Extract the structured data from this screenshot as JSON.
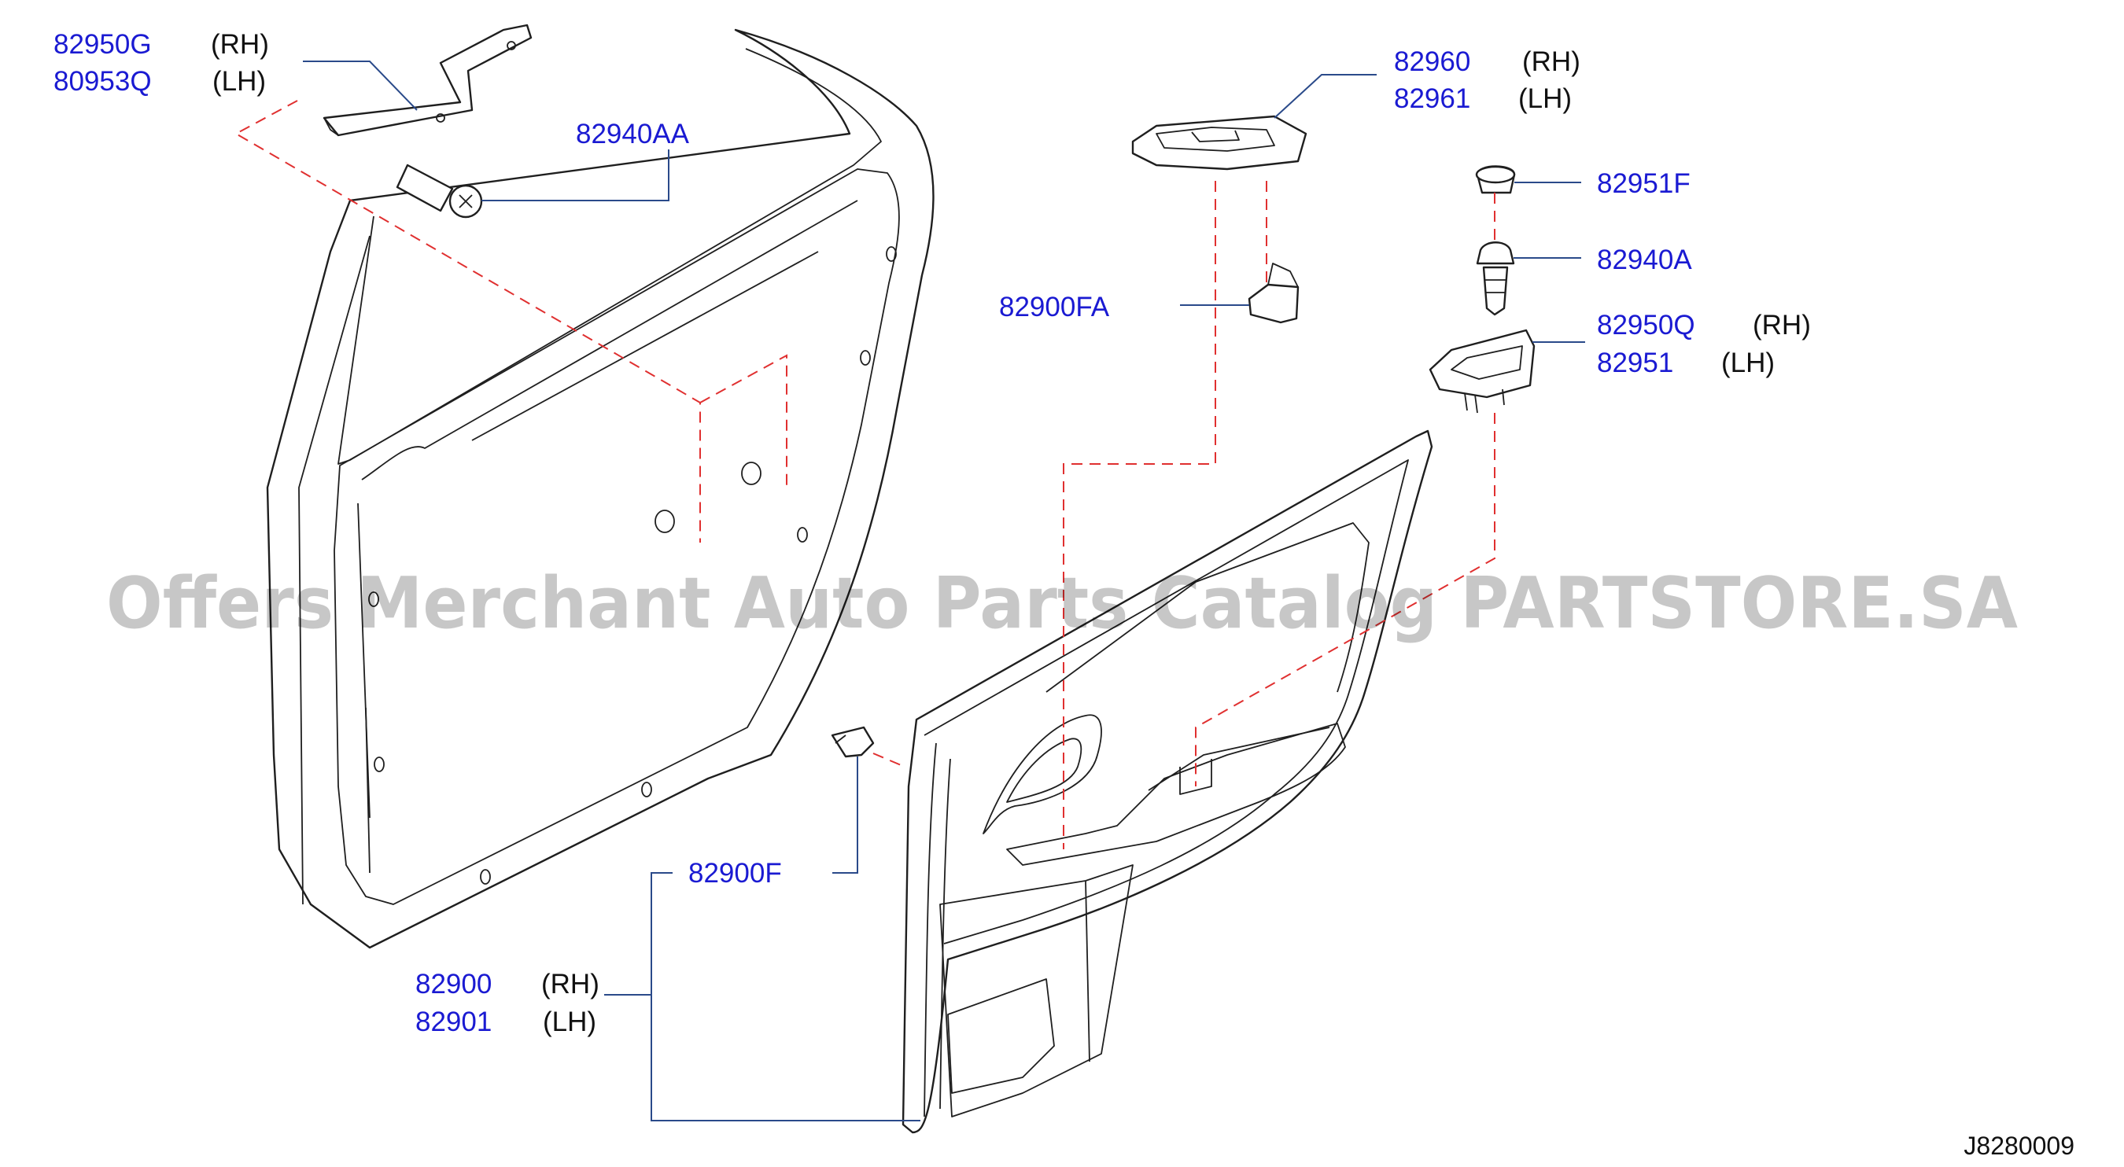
{
  "labels": {
    "p82950G": "82950G",
    "p82950G_side": "(RH)",
    "p80953Q": "80953Q",
    "p80953Q_side": "(LH)",
    "p82940AA": "82940AA",
    "p82960": "82960",
    "p82960_side": "(RH)",
    "p82961": "82961",
    "p82961_side": "(LH)",
    "p82951F": "82951F",
    "p82940A": "82940A",
    "p82900FA": "82900FA",
    "p82950Q": "82950Q",
    "p82950Q_side": "(RH)",
    "p82951": "82951",
    "p82951_side": "(LH)",
    "p82900F": "82900F",
    "p82900": "82900",
    "p82900_side": "(RH)",
    "p82901": "82901",
    "p82901_side": "(LH)"
  },
  "reference_code": "J8280009",
  "watermark": "Offers Merchant Auto Parts Catalog PARTSTORE.SA",
  "colors": {
    "part_number": "#1a1ad2",
    "leader_line": "#2a4a8a",
    "dashed_guide": "#e03030",
    "line_art": "#1f1f1f"
  }
}
